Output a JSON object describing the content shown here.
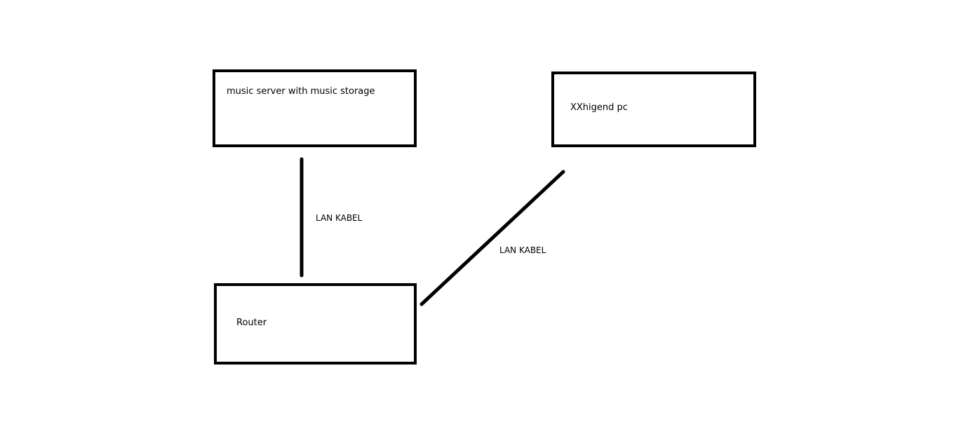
{
  "diagram": {
    "nodes": {
      "music_server": {
        "label": "music server with music storage"
      },
      "highend_pc": {
        "label": "XXhigend pc"
      },
      "router": {
        "label": "Router"
      }
    },
    "edges": [
      {
        "from": "music_server",
        "to": "router",
        "label": "LAN KABEL"
      },
      {
        "from": "router",
        "to": "highend_pc",
        "label": "LAN KABEL"
      }
    ],
    "colors": {
      "stroke": "#000000",
      "background": "#ffffff",
      "text": "#000000"
    }
  }
}
